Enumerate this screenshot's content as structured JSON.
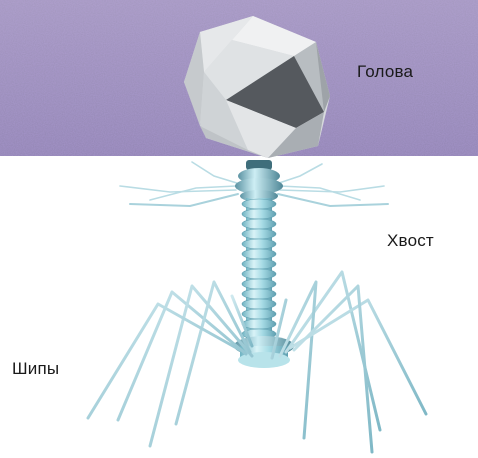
{
  "labels": {
    "head": "Голова",
    "tail": "Хвост",
    "spikes": "Шипы"
  },
  "colors": {
    "micrograph_background": "#9b8fb8",
    "page_background": "#ffffff",
    "head_facets": [
      "#e4e6e8",
      "#c9cdd1",
      "#aeb3b8",
      "#595d62"
    ],
    "tail": "#a8dde6",
    "legs": "#9ccdd8"
  },
  "icons": {
    "subject": "bacteriophage-illustration"
  }
}
